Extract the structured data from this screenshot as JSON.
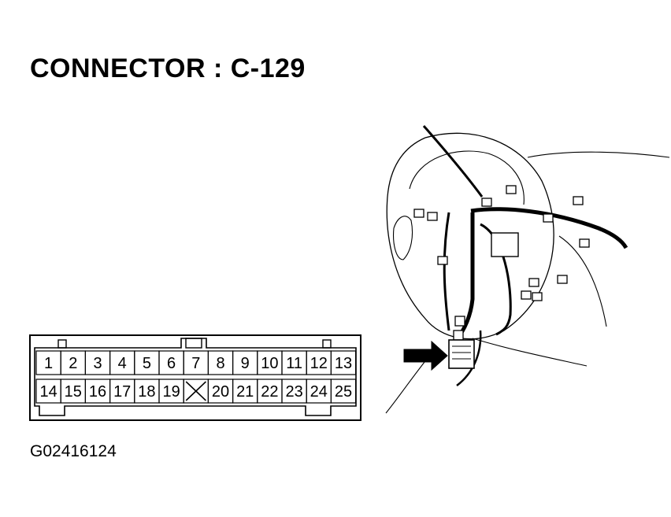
{
  "title": "CONNECTOR : C-129",
  "figure_id": "G02416124",
  "connector": {
    "top_row": [
      "1",
      "2",
      "3",
      "4",
      "5",
      "6",
      "7",
      "8",
      "9",
      "10",
      "11",
      "12",
      "13"
    ],
    "bottom_row": [
      "14",
      "15",
      "16",
      "17",
      "18",
      "19",
      "",
      "20",
      "21",
      "22",
      "23",
      "24",
      "25"
    ],
    "empty_cavity_symbol": "X"
  },
  "colors": {
    "line": "#000000",
    "background": "#ffffff"
  }
}
